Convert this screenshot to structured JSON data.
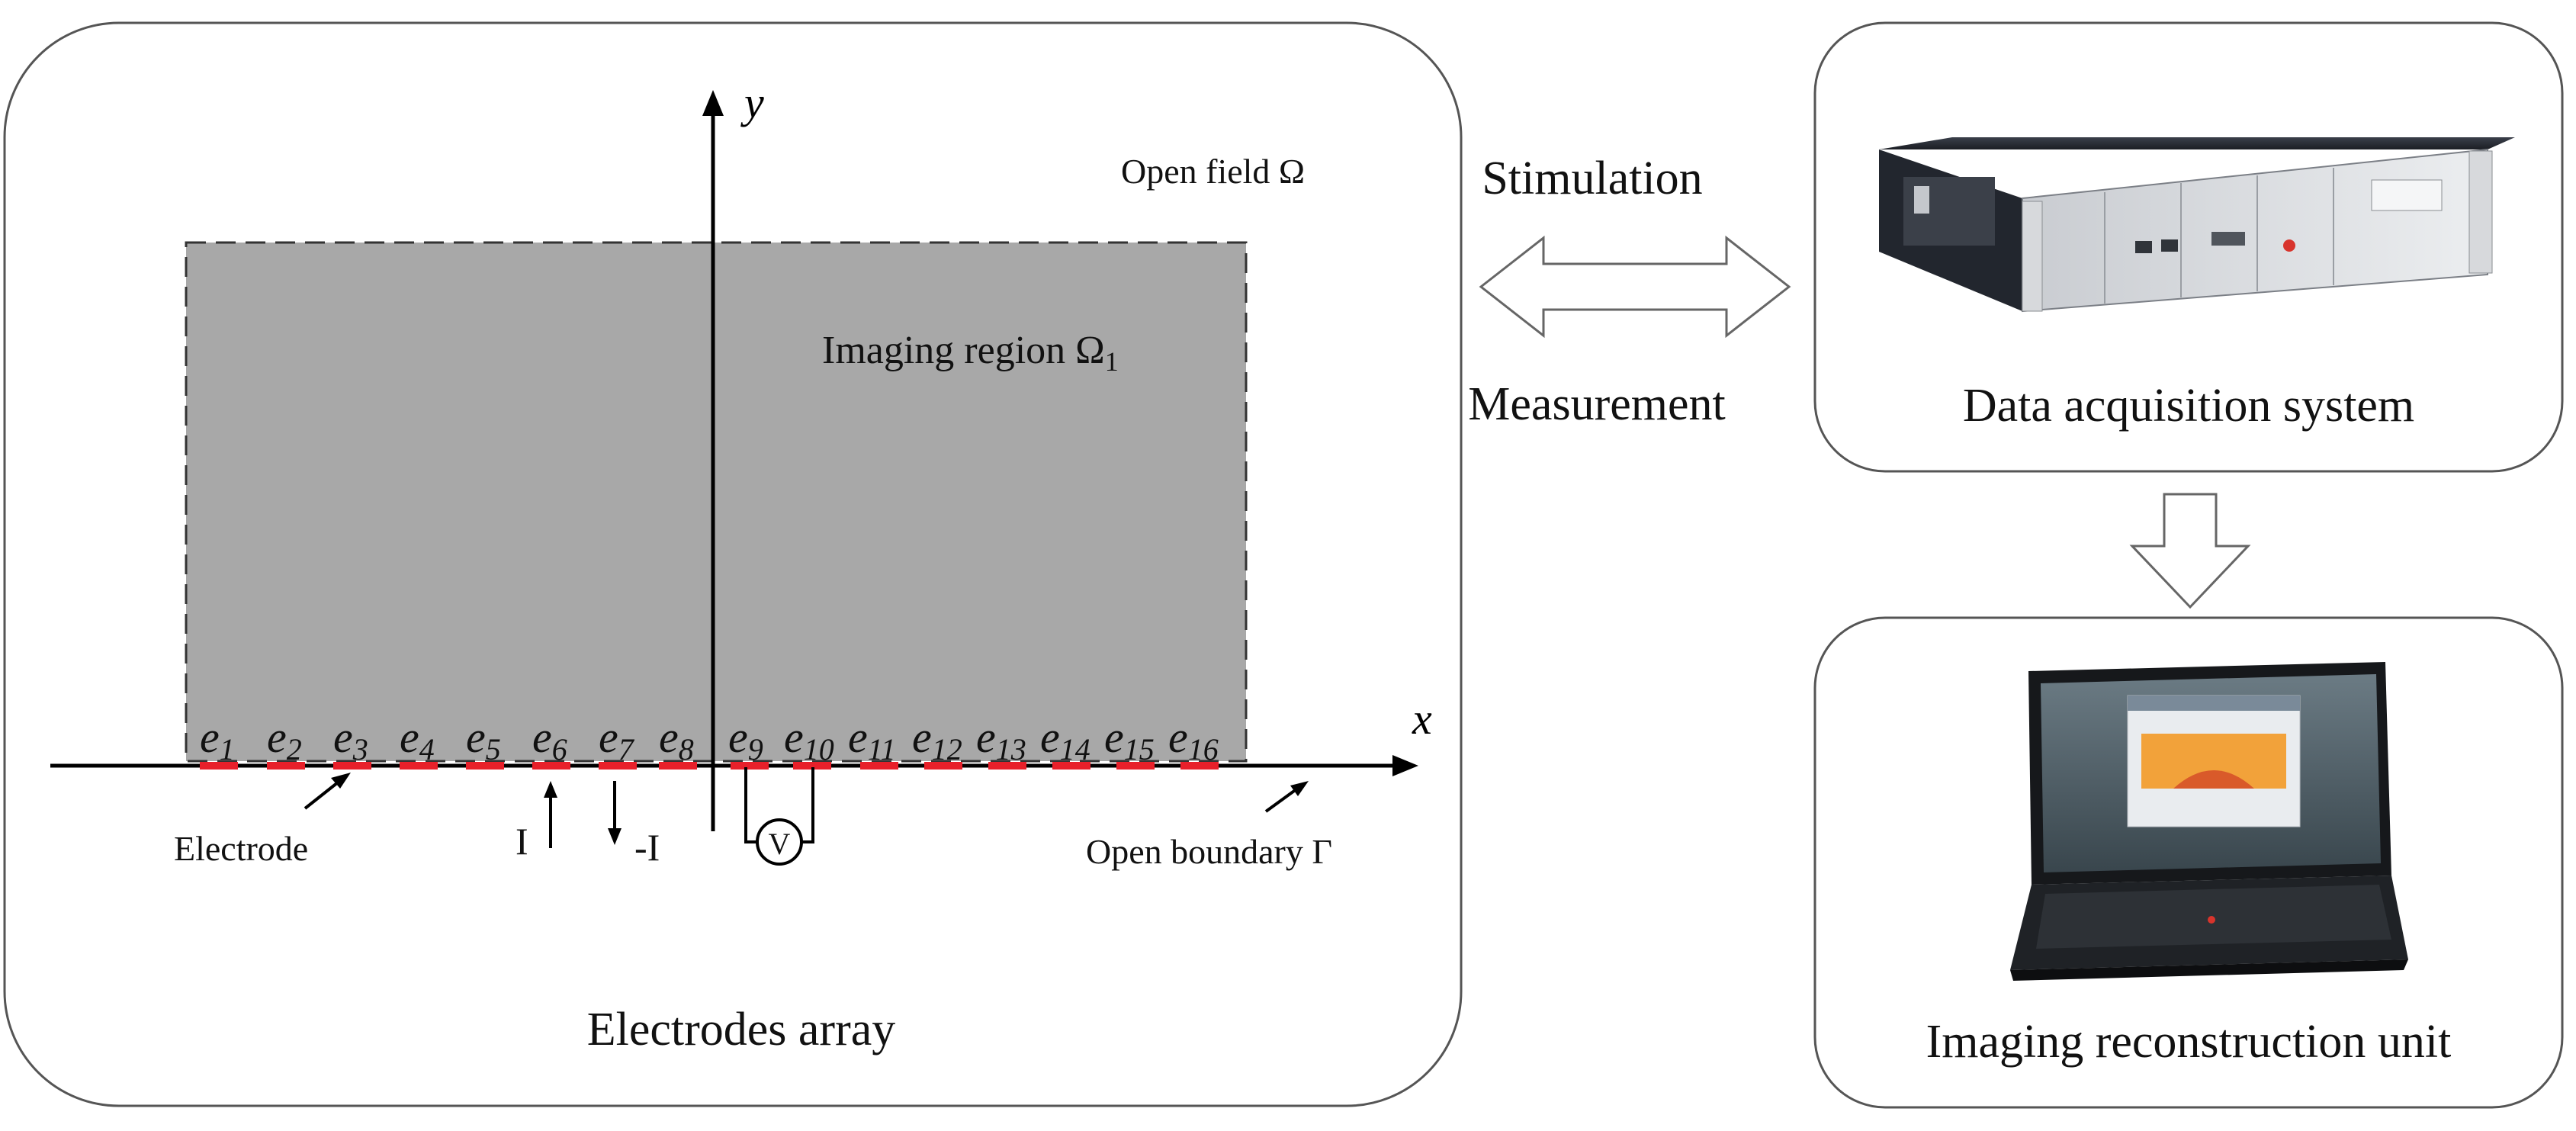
{
  "left_panel": {
    "caption": "Electrodes array",
    "open_field_label": "Open field Ω",
    "imaging_region_label": "Imaging region Ω",
    "imaging_region_subscript": "1",
    "axis_x_label": "x",
    "axis_y_label": "y",
    "electrode_letter": "e",
    "electrodes": [
      "1",
      "2",
      "3",
      "4",
      "5",
      "6",
      "7",
      "8",
      "9",
      "10",
      "11",
      "12",
      "13",
      "14",
      "15",
      "16"
    ],
    "electrode_callout": "Electrode",
    "current_in_label": "I",
    "current_out_label": "-I",
    "voltmeter_symbol": "V",
    "boundary_callout": "Open boundary Γ"
  },
  "link": {
    "stimulation_label": "Stimulation",
    "measurement_label": "Measurement"
  },
  "daq_panel": {
    "caption": "Data acquisition system"
  },
  "recon_panel": {
    "caption": "Imaging reconstruction unit"
  },
  "colors": {
    "imaging_region_fill": "#a8a8a8",
    "electrode_color": "#e8202a",
    "panel_border": "#555555"
  }
}
